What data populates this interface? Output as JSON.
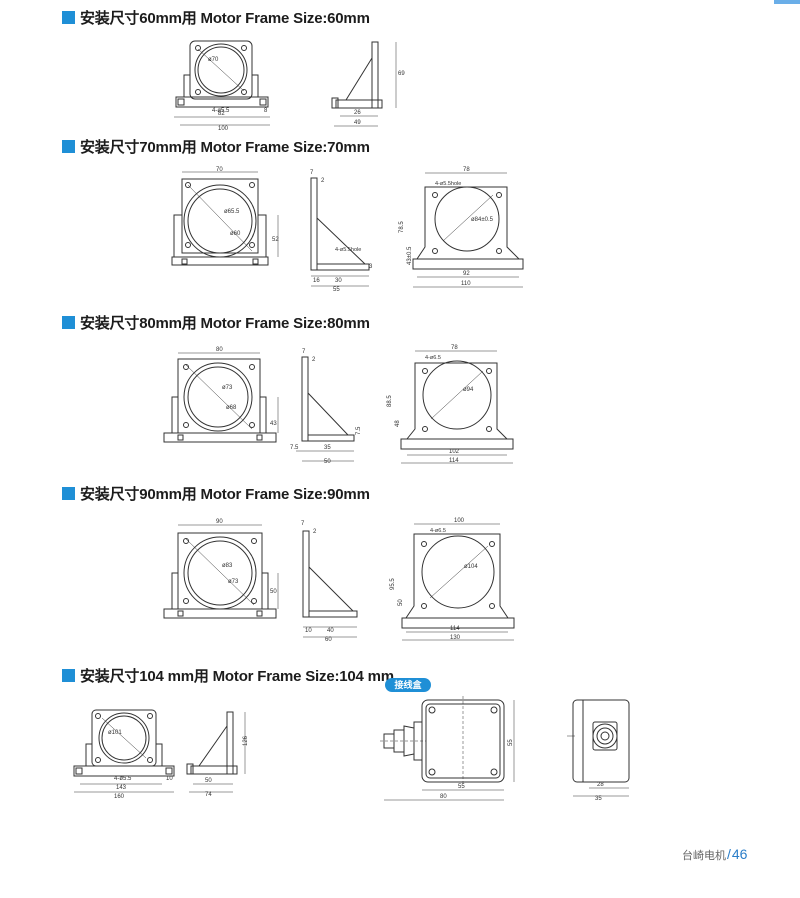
{
  "sections": [
    {
      "title": "安装尺寸60mm用 Motor Frame Size:60mm"
    },
    {
      "title": "安装尺寸70mm用 Motor Frame Size:70mm"
    },
    {
      "title": "安装尺寸80mm用 Motor Frame Size:80mm"
    },
    {
      "title": "安装尺寸90mm用 Motor Frame Size:90mm"
    },
    {
      "title": "安装尺寸104 mm用 Motor Frame Size:104 mm"
    }
  ],
  "dims": {
    "s60": {
      "d1": "ø70",
      "d2": "4-ø5.5",
      "d3": "8",
      "w1": "82",
      "w2": "100",
      "h": "69",
      "s1": "26",
      "s2": "49"
    },
    "s70": {
      "top": "70",
      "d1": "ø65.5",
      "d2": "ø60",
      "h": "52",
      "t1": "7",
      "t2": "2",
      "hole": "4-ø5.5hole",
      "b1": "16",
      "b2": "30",
      "b3": "55",
      "s3": "3",
      "bw": "78",
      "bhole": "4-ø5.5hole",
      "bd": "ø84±0.5",
      "bh1": "78.5",
      "bh2": "43±0.5",
      "bb1": "92",
      "bb2": "110"
    },
    "s80": {
      "top": "80",
      "d1": "ø73",
      "d2": "ø68",
      "h": "43",
      "t1": "7",
      "t2": "2",
      "s1": "7.5",
      "b0": "7.5",
      "b1": "35",
      "b2": "50",
      "bw": "78",
      "bhole": "4-ø6.5",
      "bd": "ø94",
      "bh1": "88.5",
      "bh2": "48",
      "bb1": "102",
      "bb2": "114"
    },
    "s90": {
      "top": "90",
      "d1": "ø83",
      "d2": "ø73",
      "h": "50",
      "t1": "7",
      "t2": "2",
      "b0": "10",
      "b1": "40",
      "b2": "60",
      "bw": "100",
      "bhole": "4-ø6.5",
      "bd": "ø104",
      "bh1": "95.5",
      "bh2": "50",
      "bb1": "114",
      "bb2": "130"
    },
    "s104": {
      "d1": "ø101",
      "hole": "4-ø5.5",
      "d3": "10",
      "w1": "143",
      "w2": "160",
      "h": "126",
      "s1": "50",
      "s2": "74"
    },
    "jb": {
      "label": "接线盒",
      "h": "55",
      "w1": "55",
      "w2": "80",
      "s1": "28",
      "s2": "35"
    }
  },
  "footer": {
    "brand": "台崎电机",
    "sep": "/",
    "page": "46"
  },
  "colors": {
    "accent": "#1f8fd6",
    "line": "#333333"
  }
}
